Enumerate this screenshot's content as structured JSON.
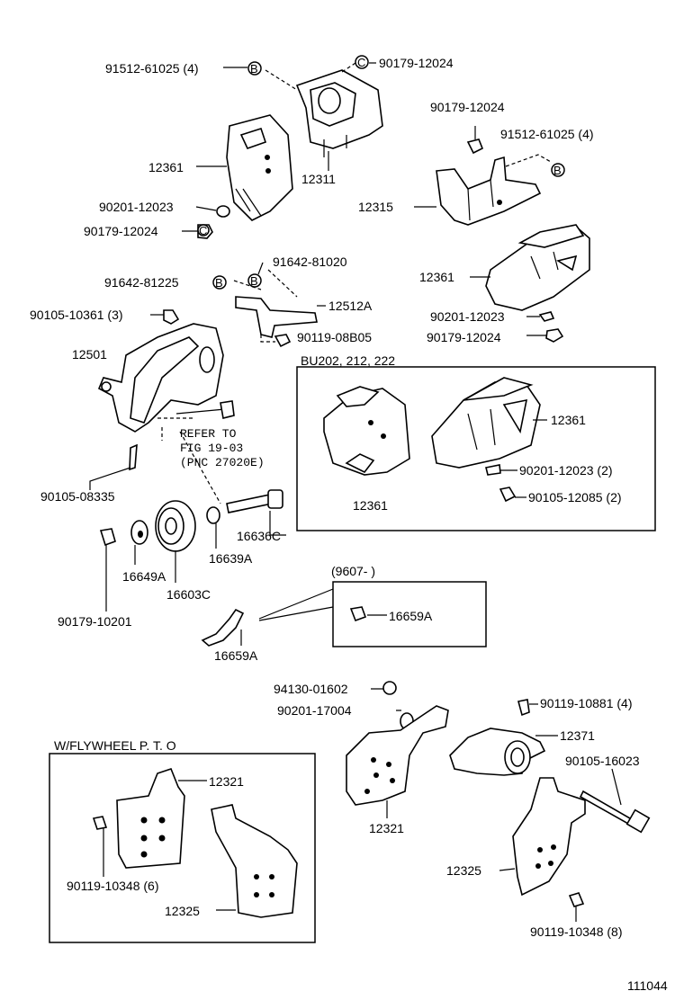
{
  "labels": {
    "p91512_top": "91512-61025 (4)",
    "p90179_top": "90179-12024",
    "p12311": "12311",
    "p12361_a": "12361",
    "p90201_a": "90201-12023",
    "p90179_a": "90179-12024",
    "p90179_b": "90179-12024",
    "p91512_b": "91512-61025 (4)",
    "p12315": "12315",
    "p12361_b": "12361",
    "p90201_b": "90201-12023",
    "p90179_c": "90179-12024",
    "p91642_81020": "91642-81020",
    "p91642_81225": "91642-81225",
    "p12512A": "12512A",
    "p90105_10361": "90105-10361 (3)",
    "p90119_08B05": "90119-08B05",
    "p12501": "12501",
    "refer1": "REFER TO",
    "refer2": "FIG 19-03",
    "refer3": "(PNC 27020E)",
    "p90105_08335": "90105-08335",
    "p16636C": "16636C",
    "p16639A": "16639A",
    "p16649A": "16649A",
    "p16603C": "16603C",
    "p90179_10201": "90179-10201",
    "bu_title": "BU202, 212, 222",
    "bu_12361_a": "12361",
    "bu_12361_b": "12361",
    "bu_90201": "90201-12023 (2)",
    "bu_90105": "90105-12085 (2)",
    "p9607": "(9607-        )",
    "p16659A_box": "16659A",
    "p16659A": "16659A",
    "p94130": "94130-01602",
    "p90201_17004": "90201-17004",
    "p90119_10881": "90119-10881 (4)",
    "p12371": "12371",
    "p90105_16023": "90105-16023",
    "p12321_mid": "12321",
    "p12325_mid": "12325",
    "p90119_10348_8": "90119-10348 (8)",
    "wfly_title": "W/FLYWHEEL  P. T. O",
    "wf_12321": "12321",
    "wf_90119": "90119-10348 (6)",
    "wf_12325": "12325",
    "fig_no": "111044"
  },
  "markers": {
    "b": "B",
    "c": "C"
  }
}
